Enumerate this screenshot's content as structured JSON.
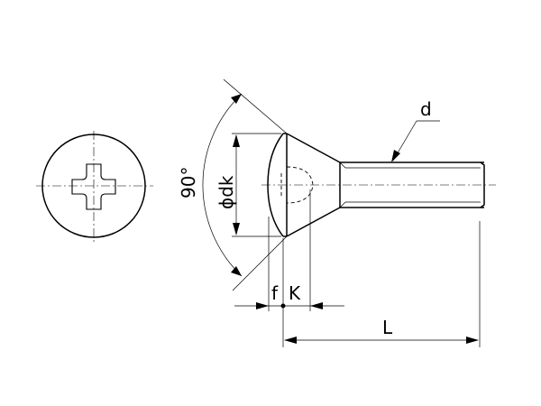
{
  "labels": {
    "angle": "90°",
    "head_diameter": "ϕdk",
    "thread": "d",
    "f": "f",
    "k": "K",
    "length": "L"
  }
}
